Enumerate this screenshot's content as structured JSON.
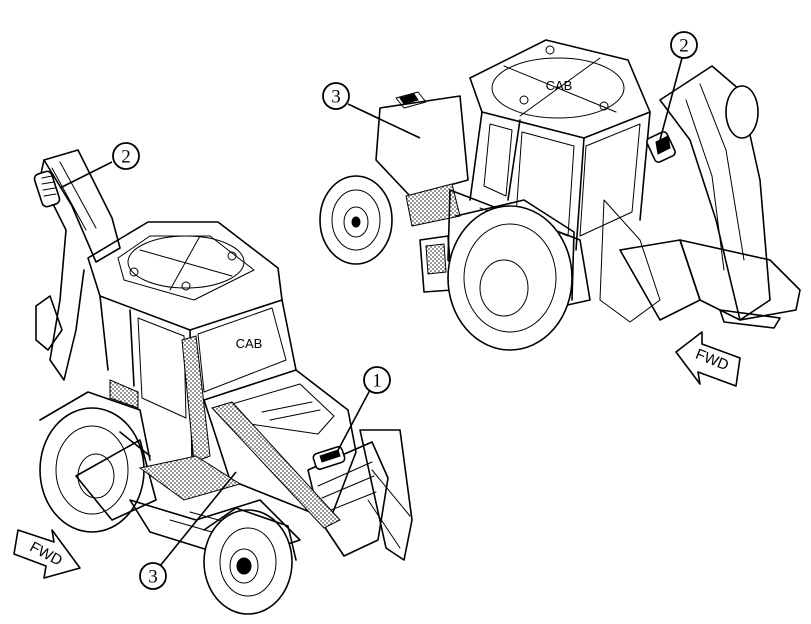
{
  "diagram": {
    "left_view": {
      "cab_label": "CAB",
      "fwd_label": "FWD",
      "callouts": [
        {
          "label": "2"
        },
        {
          "label": "1"
        },
        {
          "label": "3"
        }
      ]
    },
    "right_view": {
      "cab_label": "CAB",
      "fwd_label": "FWD",
      "callouts": [
        {
          "label": "3"
        },
        {
          "label": "2"
        }
      ]
    }
  }
}
